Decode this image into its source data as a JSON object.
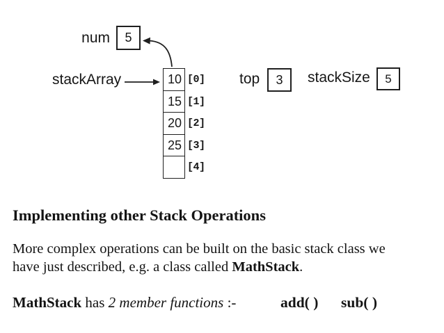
{
  "slide": {
    "background": "#ffffff",
    "ink": "#161616"
  },
  "diagram": {
    "num": {
      "label": "num",
      "value": "5"
    },
    "stack_array": {
      "label": "stackArray",
      "cells": [
        {
          "value": "10",
          "index": "[0]"
        },
        {
          "value": "15",
          "index": "[1]"
        },
        {
          "value": "20",
          "index": "[2]"
        },
        {
          "value": "25",
          "index": "[3]"
        },
        {
          "value": "",
          "index": "[4]"
        }
      ]
    },
    "top": {
      "label": "top",
      "value": "3"
    },
    "stack_size": {
      "label": "stackSize",
      "value": "5"
    }
  },
  "text": {
    "heading": "Implementing other Stack Operations",
    "para1_line1": "More complex operations can be built on the basic stack class we",
    "para1_line2_prefix": "have just described, e.g. a class called ",
    "para1_line2_bold": "MathStack",
    "para1_line2_suffix": ".",
    "para2_bold": "MathStack",
    "para2_mid": " has ",
    "para2_italic": "2 member functions",
    "para2_tail": " :-",
    "fn1": "add( )",
    "fn2": "sub( )"
  }
}
